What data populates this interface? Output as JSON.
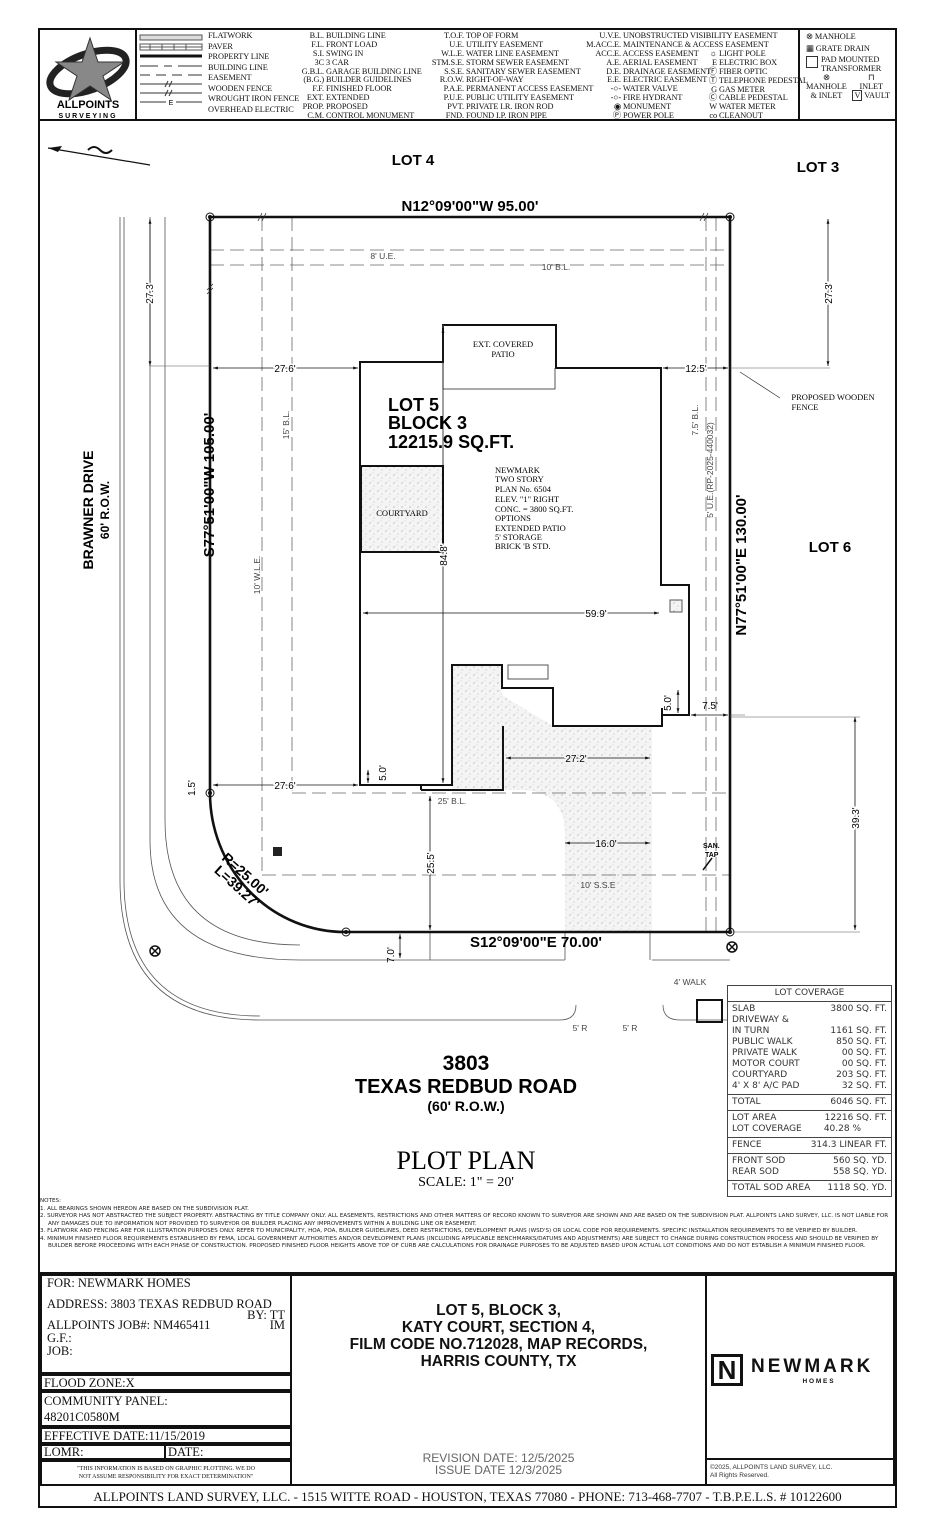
{
  "legend": {
    "logo_text": [
      "ALLPOINTS",
      "SURVEYING"
    ],
    "line_types": [
      "FLATWORK",
      "PAVER",
      "PROPERTY LINE",
      "BUILDING LINE",
      "EASEMENT",
      "WOODEN FENCE",
      "WROUGHT IRON FENCE",
      "OVERHEAD ELECTRIC"
    ],
    "abbrev_col1": [
      [
        "B.L.",
        "BUILDING LINE"
      ],
      [
        "F.L.",
        "FRONT LOAD"
      ],
      [
        "S.I.",
        "SWING IN"
      ],
      [
        "3C",
        "3 CAR"
      ],
      [
        "G.B.L.",
        "GARAGE BUILDING LINE"
      ],
      [
        "(B.G.)",
        "BUILDER GUIDELINES"
      ],
      [
        "F.F.",
        "FINISHED FLOOR"
      ],
      [
        "EXT.",
        "EXTENDED"
      ],
      [
        "PROP.",
        "PROPOSED"
      ],
      [
        "C.M.",
        "CONTROL MONUMENT"
      ]
    ],
    "abbrev_col2": [
      [
        "T.O.F.",
        "TOP OF FORM"
      ],
      [
        "U.E.",
        "UTILITY EASEMENT"
      ],
      [
        "W.L.E.",
        "WATER LINE EASEMENT"
      ],
      [
        "STM.S.E.",
        "STORM SEWER EASEMENT"
      ],
      [
        "S.S.E.",
        "SANITARY SEWER EASEMENT"
      ],
      [
        "R.O.W.",
        "RIGHT-OF-WAY"
      ],
      [
        "P.A.E.",
        "PERMANENT ACCESS EASEMENT"
      ],
      [
        "P.U.E.",
        "PUBLIC UTILITY EASEMENT"
      ],
      [
        "PVT.",
        "PRIVATE     I.R.  IRON ROD"
      ],
      [
        "FND.",
        "FOUND      I.P.  IRON PIPE"
      ]
    ],
    "abbrev_col3": [
      [
        "U.V.E.",
        "UNOBSTRUCTED VISIBILITY EASEMENT"
      ],
      [
        "M.ACC.E.",
        "MAINTENANCE & ACCESS EASEMENT"
      ],
      [
        "ACC.E.",
        "ACCESS EASEMENT"
      ],
      [
        "A.E.",
        "AERIAL EASEMENT"
      ],
      [
        "D.E.",
        "DRAINAGE EASEMENT"
      ],
      [
        "E.E.",
        "ELECTRIC EASEMENT"
      ],
      [
        "-○-",
        "WATER VALVE"
      ],
      [
        "-○-",
        "FIRE HYDRANT"
      ],
      [
        "◉",
        "MONUMENT"
      ],
      [
        "Ⓟ",
        "POWER POLE"
      ]
    ],
    "symbols_col4": [
      [
        "☼",
        "LIGHT POLE"
      ],
      [
        "E",
        "ELECTRIC BOX"
      ],
      [
        "Ⓕ",
        "FIBER OPTIC"
      ],
      [
        "Ⓣ",
        "TELEPHONE PEDESTAL"
      ],
      [
        "G",
        "GAS METER"
      ],
      [
        "Ⓒ",
        "CABLE PEDESTAL"
      ],
      [
        "W",
        "WATER METER"
      ],
      [
        "co",
        "CLEANOUT"
      ]
    ],
    "symbols_col5": {
      "manhole": "MANHOLE",
      "grate_drain": "GRATE DRAIN",
      "transformer": [
        "PAD MOUNTED",
        "TRANSFORMER"
      ],
      "manhole_inlet": [
        "MANHOLE",
        "& INLET"
      ],
      "inlet": "INLET",
      "vault": "VAULT",
      "vault_sym": "V"
    }
  },
  "plot": {
    "lots": {
      "north": "LOT 4",
      "northeast": "LOT 3",
      "east": "LOT 6"
    },
    "bearings": {
      "north": "N12°09'00\"W   95.00'",
      "west": "S77°51'00\"W   105.00'",
      "east": "N77°51'00\"E   130.00'",
      "south": "S12°09'00\"E   70.00'"
    },
    "curve": {
      "radius": "R=25.00'",
      "length": "L=39.27'"
    },
    "street_west": {
      "name": "BRAWNER DRIVE",
      "row": "60' R.O.W."
    },
    "lot_label": [
      "LOT 5",
      "BLOCK 3",
      "12215.9 SQ.FT."
    ],
    "house_notes": [
      "NEWMARK",
      "TWO STORY",
      "PLAN No. 6504",
      "ELEV. \"1\" RIGHT",
      "CONC. = 3800 SQ.FT.",
      "OPTIONS",
      "EXTENDED PATIO",
      "5' STORAGE",
      "BRICK 'B STD."
    ],
    "patio": [
      "EXT. COVERED",
      "PATIO"
    ],
    "courtyard": "COURTYARD",
    "fence_note": [
      "PROPOSED WOODEN",
      "FENCE"
    ],
    "san_tap": [
      "SAN.",
      "TAP"
    ],
    "walk": "4' WALK",
    "radius_left": "5' R",
    "radius_right": "5' R",
    "easements": {
      "ue_top": "8' U.E.",
      "bl_top": "10' B.L.",
      "bl_west": "15' B.L.",
      "wle_west": "10' W.L.E.",
      "bl_front": "25' B.L.",
      "sse": "10' S.S.E",
      "bl_east": "7.5' B.L.",
      "ue_east": "5' U.E.(RP-2025-440032)"
    },
    "dims": {
      "rear_left": "27.3'",
      "rear_right": "27.3'",
      "side_top": "27.6'",
      "side_east_top": "12.5'",
      "side_bottom": "27.6'",
      "width": "59.9'",
      "depth": "84.8'",
      "offset": "5.0'",
      "garage": "27.2'",
      "drive": "16.0'",
      "front": "25.5'",
      "walk_offset": "7.0'",
      "notch": "5.0'",
      "east_side": "7.5'",
      "east_front": "39.3'",
      "corner": "1.5'"
    }
  },
  "address": {
    "number": "3803",
    "street": "TEXAS REDBUD ROAD",
    "row": "(60' R.O.W.)"
  },
  "title": {
    "name": "PLOT PLAN",
    "scale": "SCALE: 1\" = 20'"
  },
  "lot_coverage": {
    "header": "LOT COVERAGE",
    "items": [
      [
        "SLAB",
        "3800 SQ. FT."
      ],
      [
        "DRIVEWAY &",
        ""
      ],
      [
        "IN TURN",
        "1161 SQ. FT."
      ],
      [
        "PUBLIC WALK",
        "850 SQ. FT."
      ],
      [
        "PRIVATE WALK",
        "00 SQ. FT."
      ],
      [
        "MOTOR COURT",
        "00 SQ. FT."
      ],
      [
        "COURTYARD",
        "203 SQ. FT."
      ],
      [
        "4' X 8' A/C PAD",
        "32 SQ. FT."
      ]
    ],
    "total": [
      "TOTAL",
      "6046 SQ. FT."
    ],
    "lot_area": [
      "LOT AREA",
      "12216 SQ. FT."
    ],
    "coverage": [
      "LOT COVERAGE",
      "40.28 %"
    ],
    "fence": [
      "FENCE",
      "314.3 LINEAR FT."
    ],
    "sod": [
      [
        "FRONT SOD",
        "560 SQ. YD."
      ],
      [
        "REAR SOD",
        "558 SQ. YD."
      ]
    ],
    "total_sod": [
      "TOTAL SOD AREA",
      "1118 SQ. YD."
    ]
  },
  "notes": {
    "heading": "NOTES:",
    "items": [
      "1.  ALL BEARINGS SHOWN HEREON ARE BASED ON THE SUBDIVISION PLAT.",
      "2.  SURVEYOR HAS NOT ABSTRACTED THE SUBJECT PROPERTY. ABSTRACTING BY TITLE COMPANY ONLY. ALL EASEMENTS, RESTRICTIONS AND OTHER MATTERS OF RECORD KNOWN TO SURVEYOR ARE SHOWN AND ARE BASED ON THE SUBDIVISION PLAT. ALLPOINTS LAND SURVEY, LLC. IS NOT LIABLE FOR ANY DAMAGES DUE TO INFORMATION NOT PROVIDED TO SURVEYOR OR BUILDER PLACING ANY IMPROVEMENTS WITHIN A BUILDING LINE OR EASEMENT.",
      "3.  FLATWORK AND FENCING ARE FOR ILLUSTRATION PURPOSES ONLY. REFER TO MUNICIPALITY, HOA, POA, BUILDER GUIDELINES, DEED RESTRICTIONS, DEVELOPMENT PLANS (WSD'S) OR LOCAL CODE FOR REQUIREMENTS. SPECIFIC INSTALLATION REQUIREMENTS TO BE VERIFIED BY BUILDER.",
      "4.  MINIMUM FINISHED FLOOR REQUIREMENTS ESTABLISHED BY FEMA, LOCAL GOVERNMENT AUTHORITIES AND/OR DEVELOPMENT PLANS (INCLUDING APPLICABLE BENCHMARKS/DATUMS AND ADJUSTMENTS) ARE SUBJECT TO CHANGE DURING CONSTRUCTION PROCESS AND SHOULD BE VERIFIED BY BUILDER BEFORE PROCEEDING WITH EACH PHASE OF CONSTRUCTION.  PROPOSED FINISHED FLOOR HEIGHTS ABOVE TOP OF CURB ARE CALCULATIONS FOR DRAINAGE PURPOSES TO BE ADJUSTED BASED UPON ACTUAL LOT CONDITIONS AND DO NOT ESTABLISH A MINIMUM FINISHED FLOOR."
    ]
  },
  "title_block": {
    "for": "FOR:  NEWMARK HOMES",
    "address": "ADDRESS: 3803 TEXAS REDBUD ROAD",
    "by": "BY: TT",
    "by2": "IM",
    "job_number": "ALLPOINTS JOB#:  NM465411",
    "gf": "G.F.:",
    "job": "JOB:",
    "flood_zone": "FLOOD ZONE:X",
    "community_panel_label": "COMMUNITY PANEL:",
    "community_panel": "48201C0580M",
    "effective_date": "EFFECTIVE DATE:11/15/2019",
    "lomr": "LOMR:",
    "date": "DATE:",
    "disclaimer": [
      "\"THIS INFORMATION IS BASED ON GRAPHIC PLOTTING.  WE DO",
      "NOT ASSUME RESPONSIBILITY FOR EXACT DETERMINATION\""
    ],
    "legal": [
      "LOT 5, BLOCK 3,",
      "KATY COURT, SECTION 4,",
      "FILM CODE NO.712028, MAP RECORDS,",
      "HARRIS COUNTY, TX"
    ],
    "revision_date": "REVISION DATE: 12/5/2025",
    "issue_date": "ISSUE DATE 12/3/2025",
    "builder_logo": {
      "mark": "N",
      "name": "NEWMARK",
      "sub": "H O M E S"
    },
    "copyright": [
      "©2025, ALLPOINTS LAND SURVEY, LLC.",
      "All Rights Reserved."
    ]
  },
  "footer": "ALLPOINTS LAND SURVEY, LLC. - 1515 WITTE ROAD - HOUSTON, TEXAS 77080 - PHONE: 713-468-7707 - T.B.P.E.L.S. # 10122600"
}
